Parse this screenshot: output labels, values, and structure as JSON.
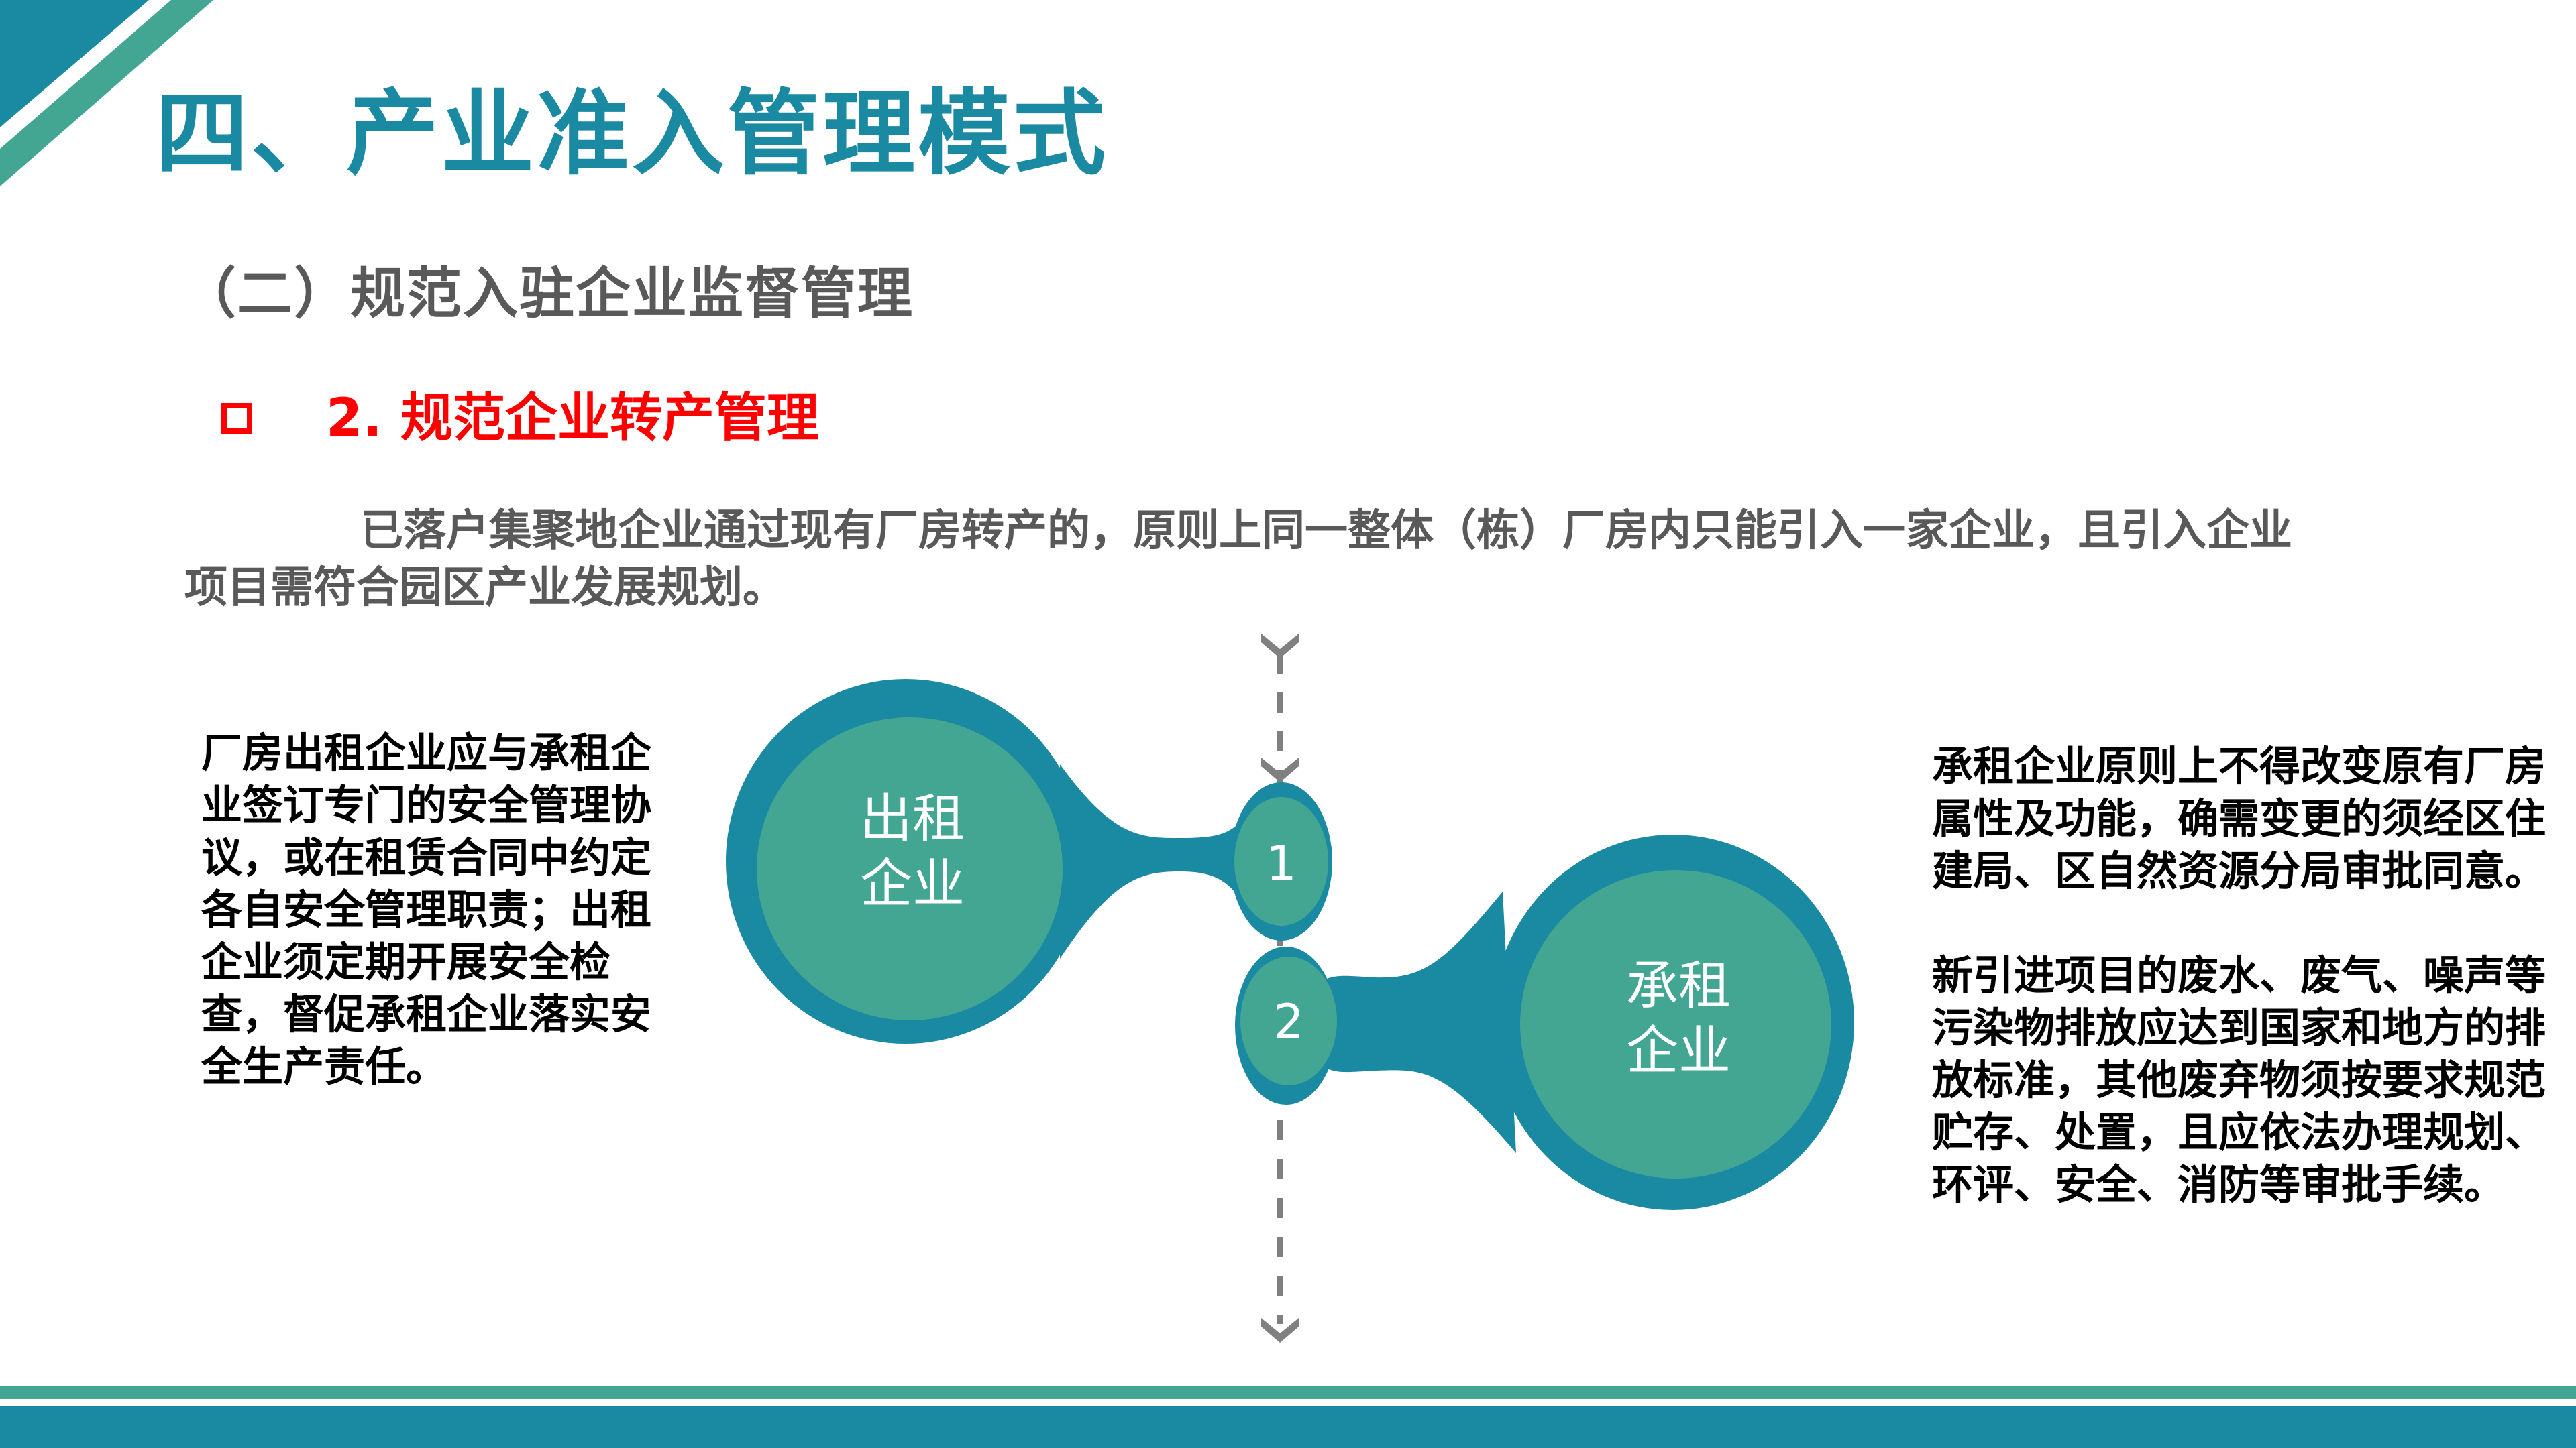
{
  "colors": {
    "primary_blue": "#1A89A2",
    "accent_green": "#42A693",
    "subtitle_gray": "#595959",
    "highlight_red": "#FF0000",
    "arrow_gray": "#808080",
    "body_text": "#000000"
  },
  "header": {
    "title": "四、产业准入管理模式",
    "subtitle": "（二）规范入驻企业监督管理"
  },
  "section": {
    "bullet_icon": "hollow-square",
    "heading": "2. 规范企业转产管理"
  },
  "intro": {
    "text": "已落户集聚地企业通过现有厂房转产的，原则上同一整体（栋）厂房内只能引入一家企业，且引入企业项目需符合园区产业发展规划。"
  },
  "diagram": {
    "left_node": {
      "label_line1": "出租",
      "label_line2": "企业"
    },
    "right_node": {
      "label_line1": "承租",
      "label_line2": "企业"
    },
    "steps": [
      {
        "number": "1"
      },
      {
        "number": "2"
      }
    ],
    "arrows": [
      "chevron-down-icon",
      "chevron-down-icon",
      "chevron-down-icon"
    ]
  },
  "left_text": {
    "paragraph": "厂房出租企业应与承租企业签订专门的安全管理协议，或在租赁合同中约定各自安全管理职责；出租企业须定期开展安全检查，督促承租企业落实安全生产责任。"
  },
  "right_text": {
    "paragraphs": [
      "承租企业原则上不得改变原有厂房属性及功能，确需变更的须经区住建局、区自然资源分局审批同意。",
      "新引进项目的废水、废气、噪声等污染物排放应达到国家和地方的排放标准，其他废弃物须按要求规范贮存、处置，且应依法办理规划、环评、安全、消防等审批手续。"
    ]
  }
}
